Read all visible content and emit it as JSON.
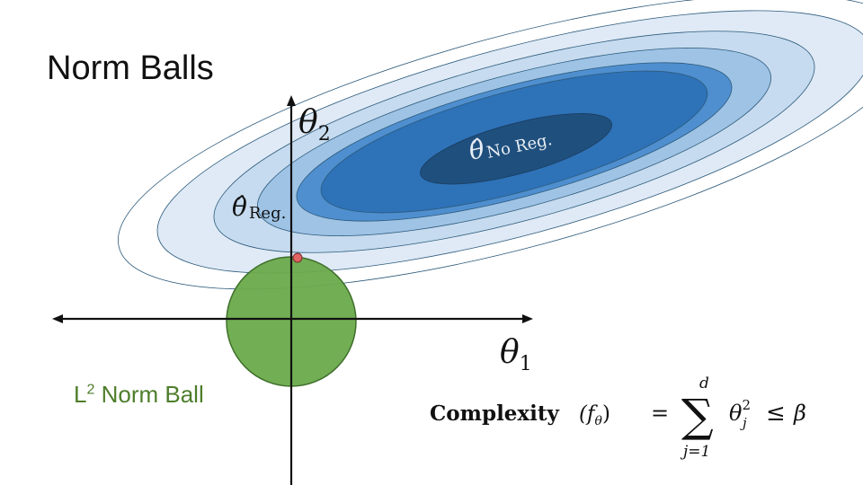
{
  "slide": {
    "title": "Norm Balls"
  },
  "diagram": {
    "axis_x_label": "θ",
    "axis_x_sub": "1",
    "axis_y_label": "θ",
    "axis_y_sub": "2",
    "theta_no_reg": "θ̂",
    "theta_no_reg_sub": "No Reg.",
    "theta_reg": "θ̂",
    "theta_reg_sub": "Reg.",
    "ball_label_prefix": "L",
    "ball_label_sup": "2",
    "ball_label_suffix": " Norm Ball",
    "colors": {
      "contour_outer": "#dfeaf6",
      "contour_2": "#c6dbef",
      "contour_3": "#9ec3e5",
      "contour_4": "#4f8fcf",
      "contour_5": "#2e72b8",
      "contour_inner": "#1f4f7d",
      "ball_fill": "#6aaa4b",
      "ball_stroke": "#3f6f2b",
      "reg_point": "#e06464",
      "label_green": "#4e7d2b"
    }
  },
  "equation": {
    "word": "Complexity",
    "arg": "(f",
    "arg_sub": "θ",
    "arg_close": ")",
    "equals": "=",
    "sum": "∑",
    "sum_upper": "d",
    "sum_lower": "j=1",
    "term": "θ",
    "term_sub": "j",
    "term_sup": "2",
    "leq": "≤",
    "beta": "β"
  }
}
